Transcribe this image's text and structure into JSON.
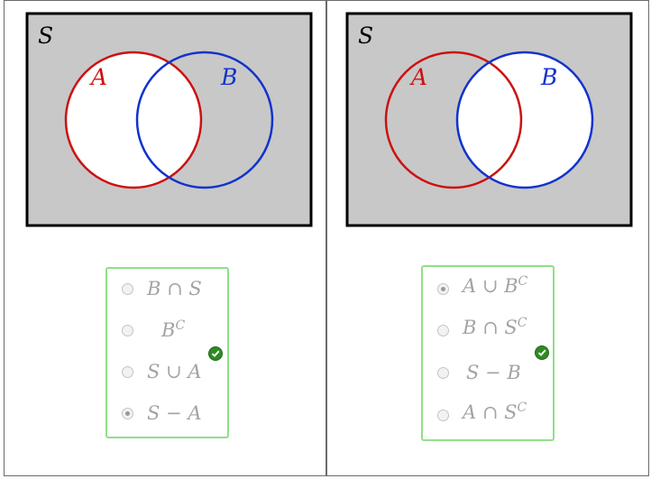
{
  "panels": [
    {
      "universe_label": "S",
      "set_a_label": "A",
      "set_b_label": "B",
      "shaded_region": "S - A",
      "colors": {
        "set_a": "#cc1111",
        "set_b": "#1133cc",
        "shade": "#c8c8c8",
        "frame": "#000000"
      },
      "choices": [
        {
          "base": "B ∩ S",
          "sup": "",
          "selected": false
        },
        {
          "base": "B",
          "sup": "C",
          "selected": false
        },
        {
          "base": "S ∪ A",
          "sup": "",
          "selected": false
        },
        {
          "base": "S − A",
          "sup": "",
          "selected": true
        }
      ],
      "correct_icon": "check-circle-icon"
    },
    {
      "universe_label": "S",
      "set_a_label": "A",
      "set_b_label": "B",
      "shaded_region": "S - B",
      "colors": {
        "set_a": "#cc1111",
        "set_b": "#1133cc",
        "shade": "#c8c8c8",
        "frame": "#000000"
      },
      "choices": [
        {
          "base": "A ∪ B",
          "sup": "C",
          "selected": true
        },
        {
          "base": "B ∩ S",
          "sup": "C",
          "selected": false
        },
        {
          "base": "S − B",
          "sup": "",
          "selected": false
        },
        {
          "base": "A ∩ S",
          "sup": "C",
          "selected": false
        }
      ],
      "correct_icon": "check-circle-icon"
    }
  ],
  "accent_border_color": "#8fe08a"
}
